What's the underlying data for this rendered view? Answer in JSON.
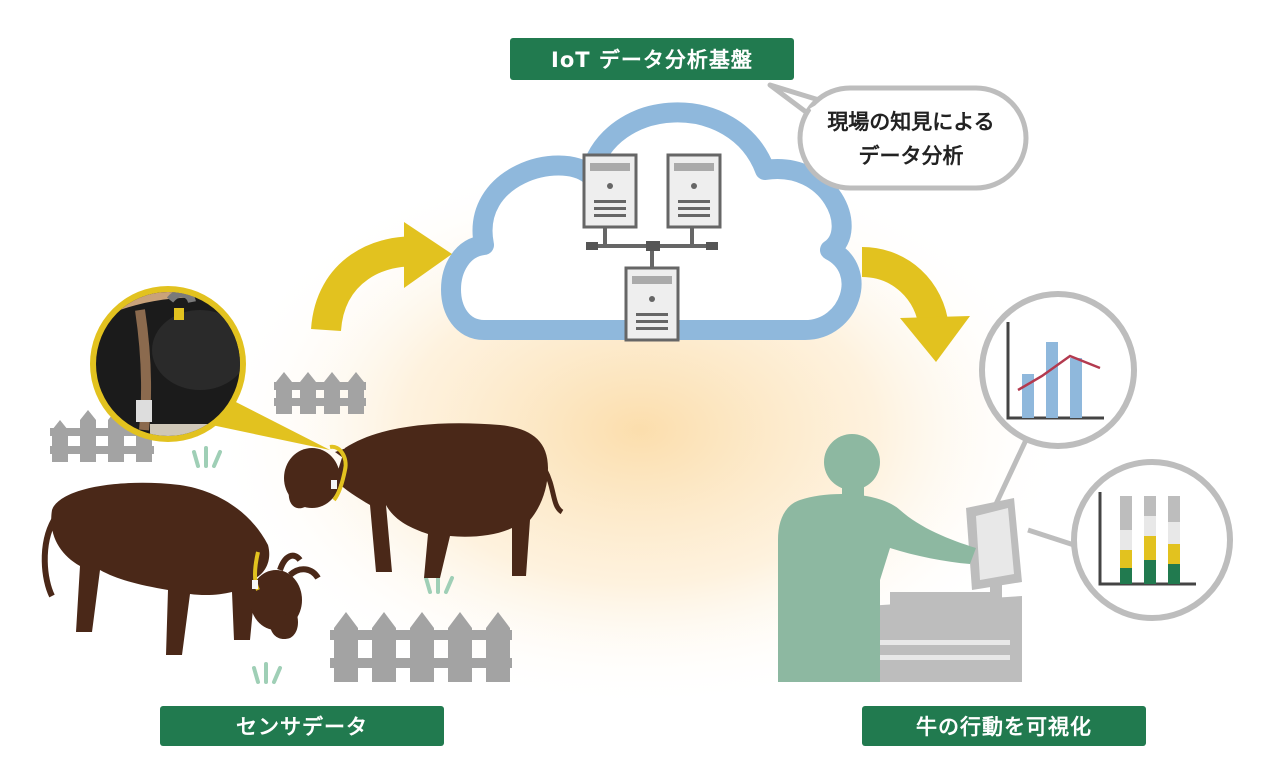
{
  "labels": {
    "platform": "IoT データ分析基盤",
    "sensor_data": "センサデータ",
    "visualization": "牛の行動を可視化"
  },
  "speech_bubble": {
    "line1": "現場の知見による",
    "line2": "データ分析"
  },
  "colors": {
    "label_bg": "#217a4f",
    "cloud_stroke": "#8fb8dc",
    "arrow": "#e2c21f",
    "cow": "#4a2818",
    "fence": "#a3a3a3",
    "person": "#8db8a1",
    "grass": "#9fcfb6",
    "chart_blue": "#8fb8dc",
    "chart_line": "#b33a4f",
    "chart_yellow": "#e2c21f",
    "chart_green": "#217a4f",
    "chart_gray": "#bdbdbd"
  },
  "icons": [
    "server-icon",
    "cloud-icon",
    "bar-chart-icon",
    "stacked-bar-chart-icon",
    "cow-icon",
    "fence-icon",
    "person-icon",
    "grass-icon"
  ]
}
